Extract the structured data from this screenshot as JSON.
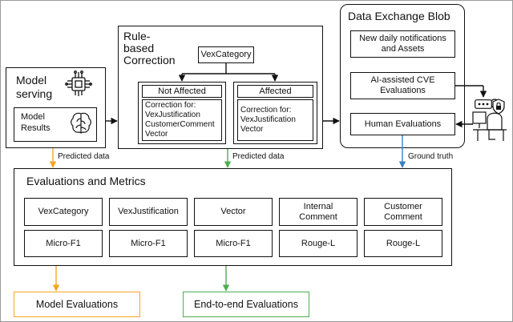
{
  "model_serving": {
    "title_line1": "Model",
    "title_line2": "serving",
    "results_line1": "Model",
    "results_line2": "Results"
  },
  "rule_based": {
    "title_line1": "Rule-",
    "title_line2": "based",
    "title_line3": "Correction",
    "category": "VexCategory",
    "not_affected": {
      "header": "Not Affected",
      "lines": [
        "Correction for:",
        "VexJustification",
        "CustomerComment",
        "Vector"
      ]
    },
    "affected": {
      "header": "Affected",
      "lines": [
        "Correction for:",
        "VexJustification",
        "Vector"
      ]
    }
  },
  "data_exchange": {
    "title": "Data Exchange Blob",
    "notifications_line1": "New daily notifications",
    "notifications_line2": "and Assets",
    "ai_cve_line1": "AI-assisted CVE",
    "ai_cve_line2": "Evaluations",
    "human": "Human Evaluations"
  },
  "arrows": {
    "predicted_1": "Predicted data",
    "predicted_2": "Predicted data",
    "ground_truth": "Ground truth"
  },
  "metrics": {
    "title": "Evaluations and Metrics",
    "fields": [
      {
        "line1": "VexCategory",
        "line2": "",
        "metric": "Micro-F1"
      },
      {
        "line1": "VexJustification",
        "line2": "",
        "metric": "Micro-F1"
      },
      {
        "line1": "Vector",
        "line2": "",
        "metric": "Micro-F1"
      },
      {
        "line1": "Internal",
        "line2": "Comment",
        "metric": "Rouge-L"
      },
      {
        "line1": "Customer",
        "line2": "Comment",
        "metric": "Rouge-L"
      }
    ]
  },
  "outputs": {
    "model_eval": "Model Evaluations",
    "e2e_eval": "End-to-end Evaluations"
  },
  "colors": {
    "orange": "#f5a623",
    "green": "#4caf50",
    "blue": "#3a7fc0",
    "ink": "#111111"
  }
}
